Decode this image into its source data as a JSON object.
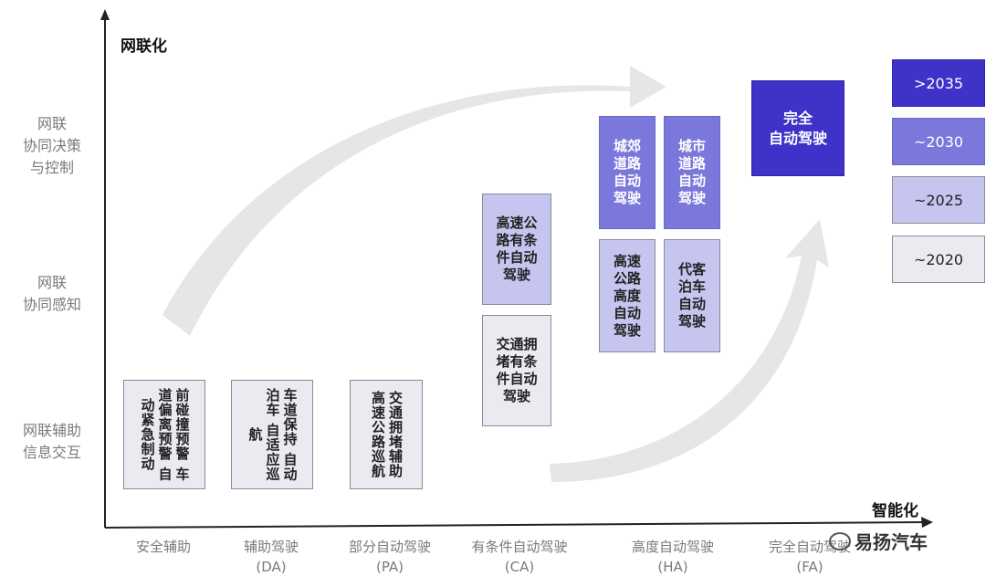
{
  "axes": {
    "y_title": "网联化",
    "x_title": "智能化"
  },
  "y_levels": [
    {
      "label": "网联\n协同决策\n与控制"
    },
    {
      "label": "网联\n协同感知"
    },
    {
      "label": "网联辅助\n信息交互"
    }
  ],
  "x_levels": [
    {
      "label": "安全辅助"
    },
    {
      "label": "辅助驾驶\n(DA)"
    },
    {
      "label": "部分自动驾驶\n(PA)"
    },
    {
      "label": "有条件自动驾驶\n(CA)"
    },
    {
      "label": "高度自动驾驶\n(HA)"
    },
    {
      "label": "完全自动驾驶\n(FA)"
    }
  ],
  "boxes": [
    {
      "text": "前碰撞预警 车道偏离预警 自动紧急制动",
      "tone": "light"
    },
    {
      "text": "车道保持 自动泊车 自适应巡航",
      "tone": "light"
    },
    {
      "text": "交通拥堵辅助 高速公路巡航",
      "tone": "light"
    },
    {
      "text": "高速公\n路有条\n件自动\n驾驶",
      "tone": "lav"
    },
    {
      "text": "交通拥\n堵有条\n件自动\n驾驶",
      "tone": "light"
    },
    {
      "text": "城郊\n道路\n自动\n驾驶",
      "tone": "mid"
    },
    {
      "text": "高速\n公路\n高度\n自动\n驾驶",
      "tone": "lav"
    },
    {
      "text": "城市\n道路\n自动\n驾驶",
      "tone": "mid"
    },
    {
      "text": "代客\n泊车\n自动\n驾驶",
      "tone": "lav"
    },
    {
      "text": "完全\n自动驾驶",
      "tone": "dark"
    }
  ],
  "legend": [
    {
      "label": ">2035",
      "tone": "dark"
    },
    {
      "label": "~2030",
      "tone": "mid"
    },
    {
      "label": "~2025",
      "tone": "lav"
    },
    {
      "label": "~2020",
      "tone": "light"
    }
  ],
  "watermark": {
    "text": "易扬汽车",
    "icon": "wechat-icon"
  },
  "colors": {
    "dark": "#3e32c8",
    "mid": "#7b78db",
    "lav": "#c6c5ef",
    "light": "#eaeaf0",
    "arrow": "#e6e6e6",
    "axis": "#222222"
  }
}
